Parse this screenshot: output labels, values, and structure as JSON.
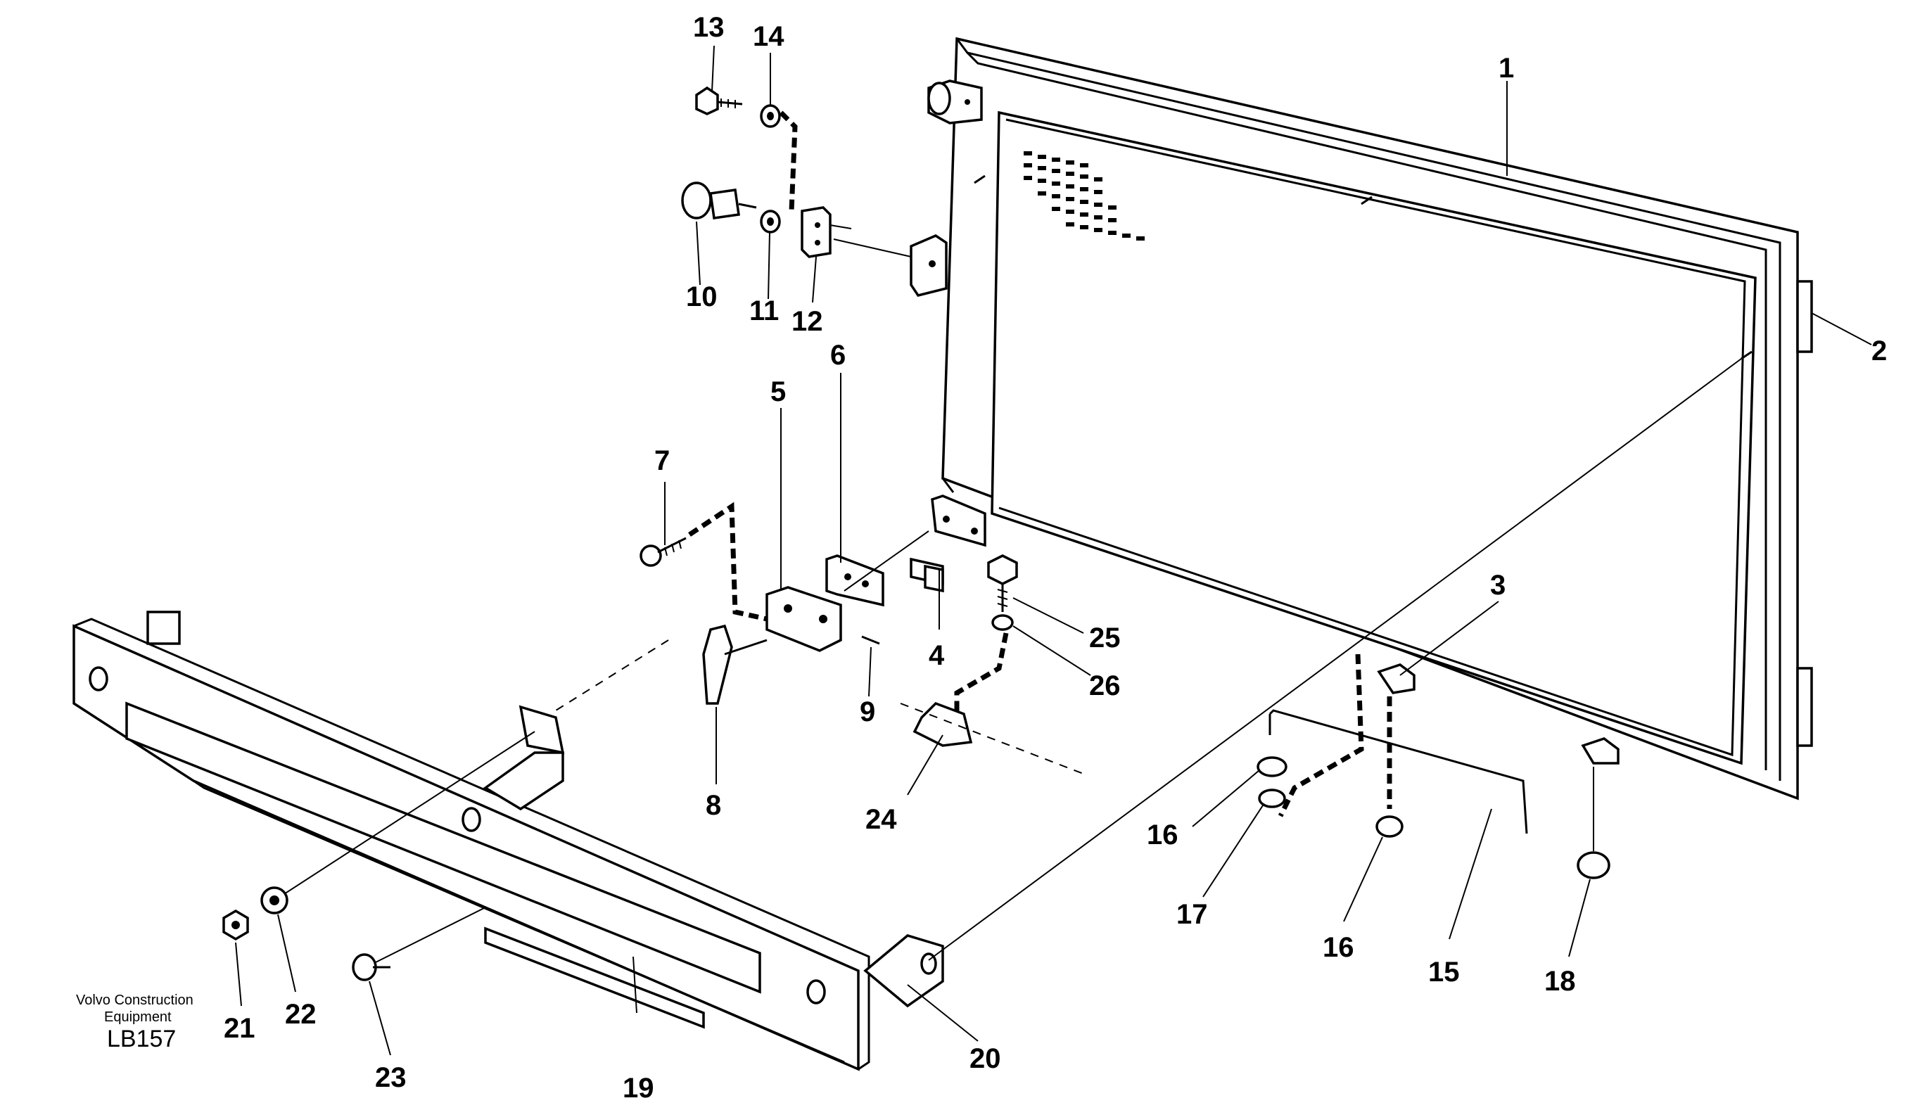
{
  "callouts": {
    "c1": "1",
    "c2": "2",
    "c3": "3",
    "c4": "4",
    "c5": "5",
    "c6": "6",
    "c7": "7",
    "c8": "8",
    "c9": "9",
    "c10": "10",
    "c11": "11",
    "c12": "12",
    "c13": "13",
    "c14": "14",
    "c15": "15",
    "c16a": "16",
    "c16b": "16",
    "c17": "17",
    "c18": "18",
    "c19": "19",
    "c20": "20",
    "c21": "21",
    "c22": "22",
    "c23": "23",
    "c24": "24",
    "c25": "25",
    "c26": "26"
  },
  "credit": {
    "line1": "Volvo Construction",
    "line2": "Equipment",
    "code": "LB157"
  }
}
